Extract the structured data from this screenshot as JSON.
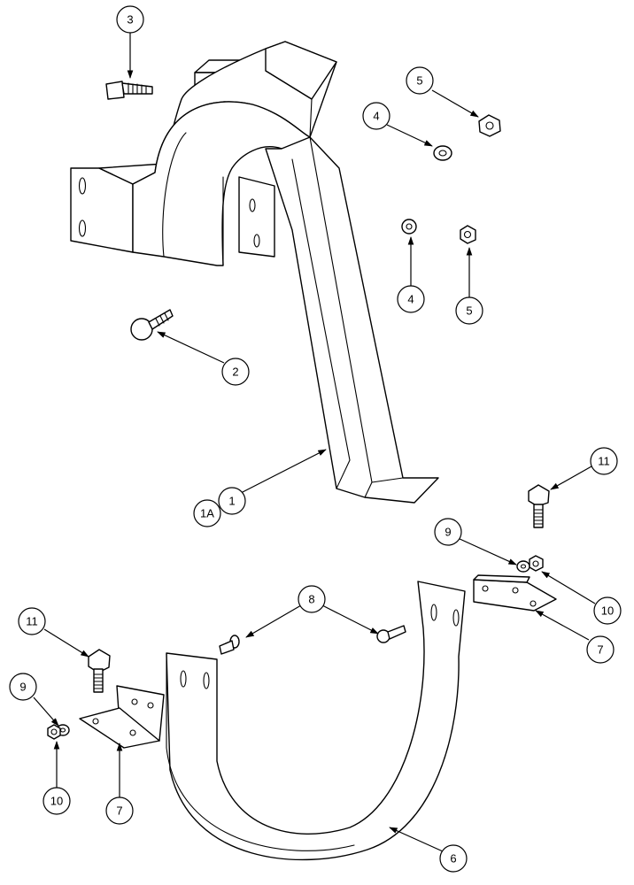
{
  "diagram": {
    "callouts": [
      {
        "id": "c3",
        "label": "3"
      },
      {
        "id": "c5a",
        "label": "5"
      },
      {
        "id": "c4a",
        "label": "4"
      },
      {
        "id": "c4b",
        "label": "4"
      },
      {
        "id": "c5b",
        "label": "5"
      },
      {
        "id": "c2",
        "label": "2"
      },
      {
        "id": "c1a",
        "label": "1A"
      },
      {
        "id": "c1",
        "label": "1"
      },
      {
        "id": "c11a",
        "label": "11"
      },
      {
        "id": "c9a",
        "label": "9"
      },
      {
        "id": "c10a",
        "label": "10"
      },
      {
        "id": "c7a",
        "label": "7"
      },
      {
        "id": "c8",
        "label": "8"
      },
      {
        "id": "c11b",
        "label": "11"
      },
      {
        "id": "c9b",
        "label": "9"
      },
      {
        "id": "c10b",
        "label": "10"
      },
      {
        "id": "c7b",
        "label": "7"
      },
      {
        "id": "c6",
        "label": "6"
      }
    ]
  }
}
